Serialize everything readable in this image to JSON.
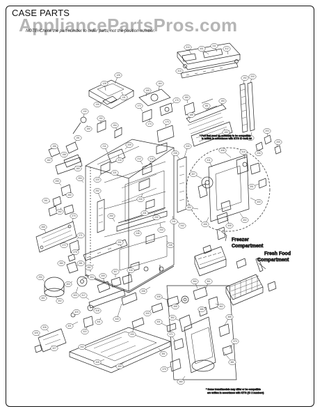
{
  "header": {
    "title": "CASE PARTS",
    "watermark": "AppliancePartsPros.com",
    "note": "NOTE: Check the part number to order parts, not the position number."
  },
  "callouts": {
    "freezer": [
      "Freezer",
      "Compartment"
    ],
    "fresh_food": [
      "Fresh Food",
      "Compartment"
    ]
  },
  "footnotes": {
    "top_right": [
      "* Part that need an assembly to be compatible",
      "is written in accordance with KITS ID such as"
    ],
    "bottom_right": [
      "* Some brand/models may differ or be compatible",
      "are written in accordance with KITS (ID 2 numbers)"
    ]
  },
  "position_labels": [
    "401",
    "310",
    "311",
    "312",
    "313",
    "126",
    "128",
    "130",
    "131",
    "132",
    "150",
    "151",
    "152",
    "154",
    "156",
    "158",
    "160",
    "162",
    "164",
    "165",
    "170",
    "172",
    "174",
    "175",
    "180",
    "181",
    "183",
    "185",
    "190",
    "192",
    "200",
    "201",
    "203",
    "205",
    "206",
    "209",
    "210",
    "211",
    "212",
    "215",
    "220",
    "221",
    "230",
    "231",
    "232",
    "235",
    "240",
    "241",
    "242",
    "243",
    "245",
    "246",
    "250",
    "251",
    "252",
    "253",
    "255",
    "260",
    "261",
    "262",
    "265",
    "270",
    "271",
    "272",
    "275",
    "280",
    "281",
    "282",
    "290",
    "300",
    "301",
    "302",
    "303",
    "304",
    "305",
    "307",
    "316",
    "317",
    "318",
    "320",
    "321",
    "322",
    "325",
    "326",
    "327",
    "330",
    "331",
    "333",
    "335",
    "336",
    "340",
    "341",
    "342",
    "345",
    "350",
    "351",
    "352",
    "355",
    "360",
    "361",
    "362",
    "365",
    "370",
    "371",
    "375",
    "380",
    "381",
    "385",
    "390",
    "391",
    "400",
    "402",
    "405",
    "406",
    "407",
    "408",
    "410",
    "411"
  ]
}
